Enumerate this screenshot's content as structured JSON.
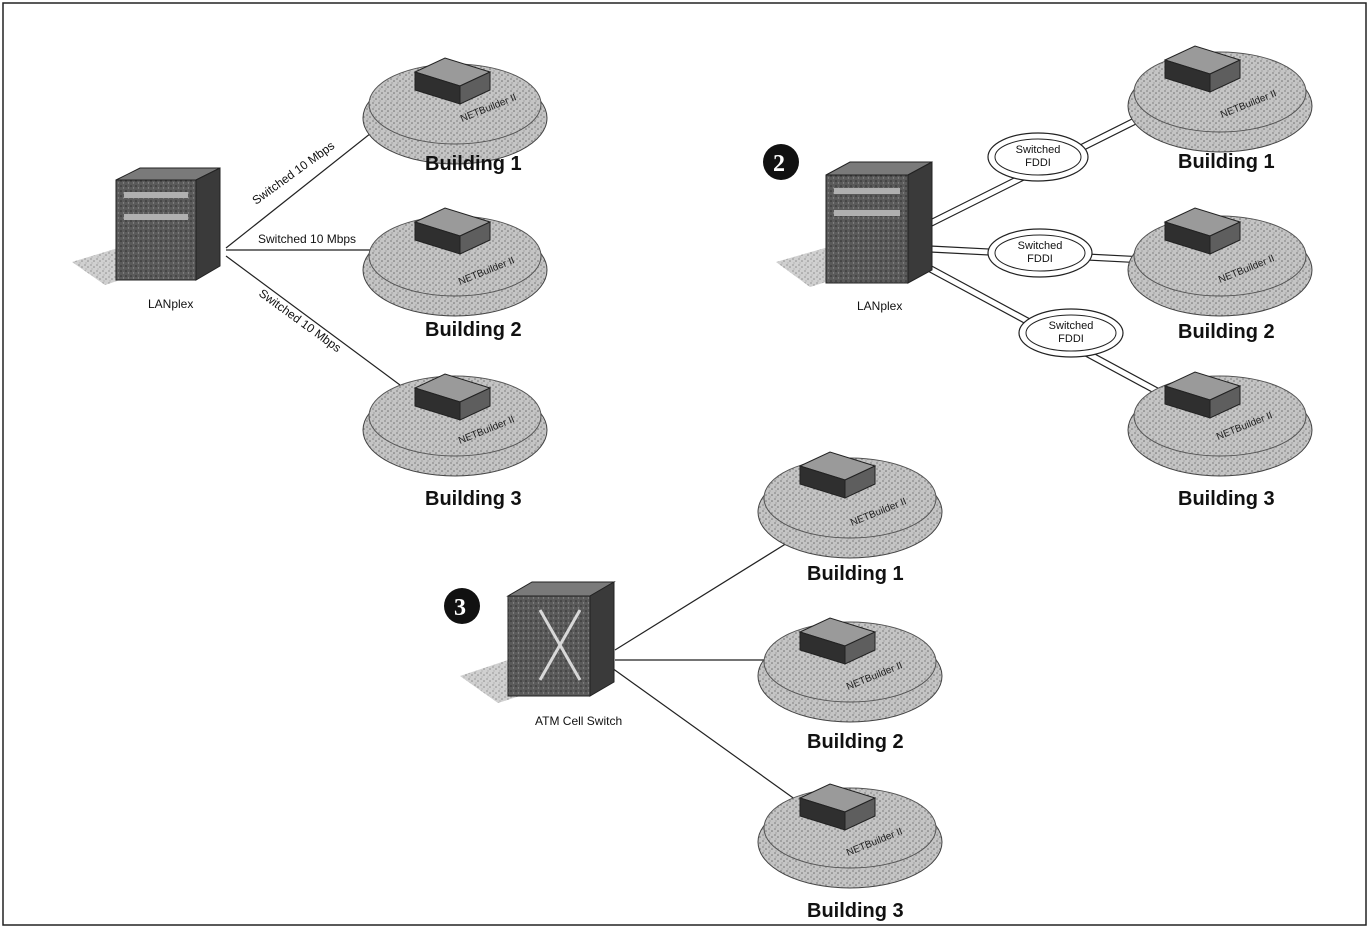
{
  "scenarios": [
    {
      "badge": "",
      "hub": {
        "label": "LANplex",
        "icon": "lanplex-switch-icon"
      },
      "links": [
        {
          "label": "Switched 10 Mbps",
          "style": "line"
        },
        {
          "label": "Switched 10 Mbps",
          "style": "line"
        },
        {
          "label": "Switched 10 Mbps",
          "style": "line"
        }
      ],
      "buildings": [
        {
          "label": "Building 1",
          "unit": "NETBuilder II"
        },
        {
          "label": "Building 2",
          "unit": "NETBuilder II"
        },
        {
          "label": "Building 3",
          "unit": "NETBuilder II"
        }
      ]
    },
    {
      "badge": "2",
      "hub": {
        "label": "LANplex",
        "icon": "lanplex-switch-icon"
      },
      "links": [
        {
          "label_line1": "Switched",
          "label_line2": "FDDI",
          "style": "ring"
        },
        {
          "label_line1": "Switched",
          "label_line2": "FDDI",
          "style": "ring"
        },
        {
          "label_line1": "Switched",
          "label_line2": "FDDI",
          "style": "ring"
        }
      ],
      "buildings": [
        {
          "label": "Building 1",
          "unit": "NETBuilder II"
        },
        {
          "label": "Building 2",
          "unit": "NETBuilder II"
        },
        {
          "label": "Building 3",
          "unit": "NETBuilder II"
        }
      ]
    },
    {
      "badge": "3",
      "hub": {
        "label": "ATM Cell Switch",
        "icon": "atm-switch-icon"
      },
      "links": [
        {
          "style": "line"
        },
        {
          "style": "line"
        },
        {
          "style": "line"
        }
      ],
      "buildings": [
        {
          "label": "Building 1",
          "unit": "NETBuilder II"
        },
        {
          "label": "Building 2",
          "unit": "NETBuilder II"
        },
        {
          "label": "Building 3",
          "unit": "NETBuilder II"
        }
      ]
    }
  ],
  "colors": {
    "line": "#222222",
    "pad": "#bdbdbd",
    "device": "#4a4a4a",
    "badge": "#111111"
  }
}
